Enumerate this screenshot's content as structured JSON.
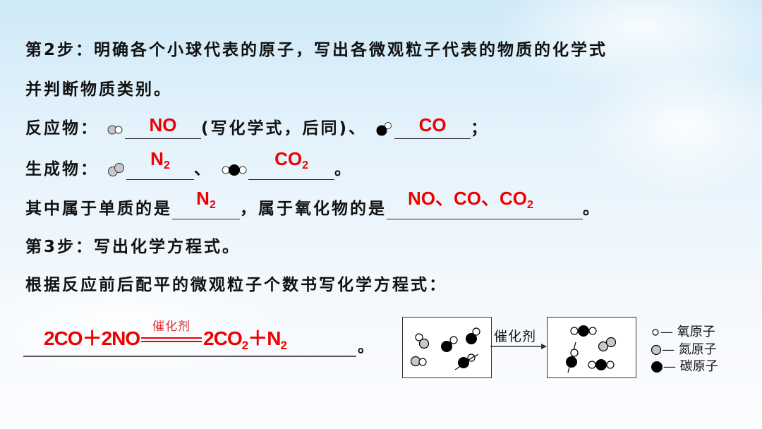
{
  "step2": {
    "title_line1": "第2步：明确各个小球代表的原子，写出各微观粒子代表的物质的化学式",
    "title_line2": "并判断物质类别。"
  },
  "reactants": {
    "label": "反应物：",
    "note": "(写化学式，后同)、",
    "end": "；",
    "items": [
      {
        "molecule": "gray-white-diatomic",
        "answer": "NO"
      },
      {
        "molecule": "black-white-diatomic",
        "answer": "CO"
      }
    ]
  },
  "products": {
    "label": "生成物：",
    "sep": "、",
    "end": "。",
    "items": [
      {
        "molecule": "gray-gray-diatomic",
        "answer_main": "N",
        "answer_sub": "2"
      },
      {
        "molecule": "white-black-white-triatomic",
        "answer_main": "CO",
        "answer_sub": "2"
      }
    ]
  },
  "classification": {
    "prefix": "其中属于单质的是",
    "element_answer_main": "N",
    "element_answer_sub": "2",
    "middle": "，属于氧化物的是",
    "oxide_answer_text": "NO、CO、CO",
    "oxide_answer_sub": "2",
    "end": "。"
  },
  "step3": {
    "title": "第3步：写出化学方程式。",
    "instruction": "根据反应前后配平的微观粒子个数书写化学方程式："
  },
  "equation": {
    "left": "2CO＋2NO",
    "condition": "催化剂",
    "right_main": "2CO",
    "right_sub": "2",
    "plus": "＋N",
    "n_sub": "2",
    "end": "。"
  },
  "diagram": {
    "arrow_label": "催化剂",
    "legend": [
      {
        "symbol": "white-circle",
        "label": "— 氧原子"
      },
      {
        "symbol": "gray-circle",
        "label": "— 氮原子"
      },
      {
        "symbol": "black-circle",
        "label": "— 碳原子"
      }
    ]
  },
  "colors": {
    "answer_red": "#ee0000",
    "nitrogen_gray": "#c8c8c8",
    "carbon_black": "#000000",
    "oxygen_white": "#ffffff"
  }
}
